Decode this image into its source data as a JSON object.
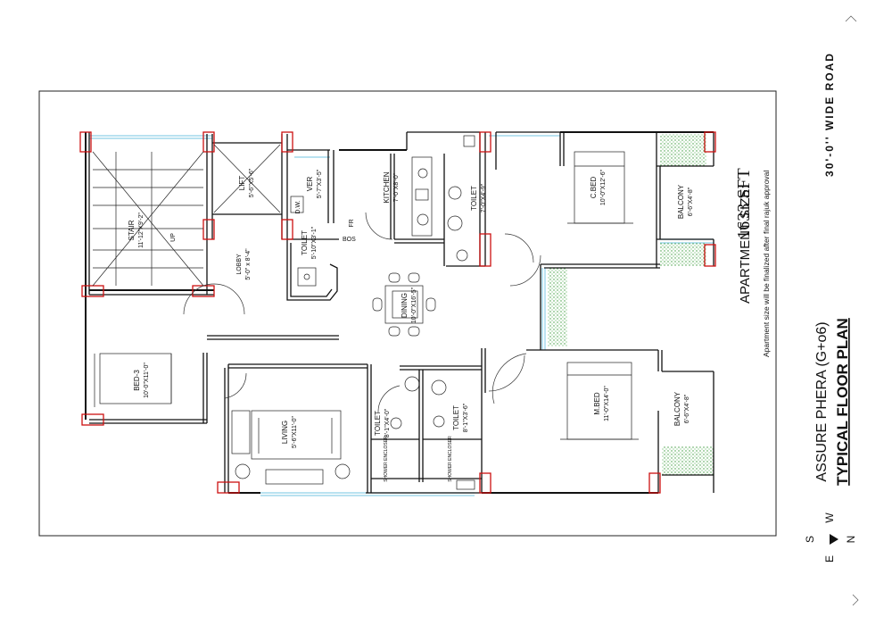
{
  "road": "30'-0'' WIDE ROAD",
  "apartment_size_label": "APARTMENT SIZE:",
  "apartment_size_value": "1633 SFT",
  "apartment_note": "Apartment size will be finalized after final rajuk approval",
  "project_name": "ASSURE PHERA (G+o6)",
  "plan_title": "TYPICAL FLOOR PLAN",
  "compass": {
    "n": "N",
    "s": "S",
    "e": "E",
    "w": "W"
  },
  "rooms": {
    "stair": {
      "name": "STAIR",
      "size": "11'-12\"X9'-2\""
    },
    "up": {
      "name": "UP"
    },
    "lift": {
      "name": "LIFT",
      "size": "5'-6\"X5'-6\""
    },
    "dw": {
      "name": "D.W."
    },
    "ver": {
      "name": "VER",
      "size": "5'-7\"X3'-5\""
    },
    "toilet_common": {
      "name": "TOILET",
      "size": "5'-10\"X3'-1\""
    },
    "lobby": {
      "name": "LOBBY",
      "size": "5'-0\" x 8'-4\""
    },
    "fr": {
      "name": "FR"
    },
    "bos": {
      "name": "BOS"
    },
    "kitchen": {
      "name": "KITCHEN",
      "size": "7'-0\"X8'-0\""
    },
    "toilet_kitchen": {
      "name": "TOILET",
      "size": "7'-0\"X4'-9\""
    },
    "dining": {
      "name": "DINING",
      "size": "10'-0\"X16'-5\""
    },
    "cbed": {
      "name": "C.BED",
      "size": "10'-0\"X12'-6\""
    },
    "balcony_top": {
      "name": "BALCONY",
      "size": "6'-6\"X4'-8\""
    },
    "bed3": {
      "name": "BED-3",
      "size": "10'-0\"X11'-0\""
    },
    "living": {
      "name": "LIVING",
      "size": "5'-6\"X11'-0\""
    },
    "toilet_a": {
      "name": "TOILET",
      "size": "8'-1\"X4'-0\""
    },
    "toilet_b": {
      "name": "TOILET",
      "size": "8'-1\"X3'-6\""
    },
    "shower_a": {
      "name": "SHOWER ENCLOSER"
    },
    "shower_b": {
      "name": "SHOWER ENCLOSER"
    },
    "mbed": {
      "name": "M.BED",
      "size": "11'-0\"X14'-0\""
    },
    "balcony_bottom": {
      "name": "BALCONY",
      "size": "6'-6\"X4'-8\""
    }
  },
  "colors": {
    "column": "#cc1111",
    "window": "#8fd0e8",
    "planting": "#3a9a3a"
  }
}
